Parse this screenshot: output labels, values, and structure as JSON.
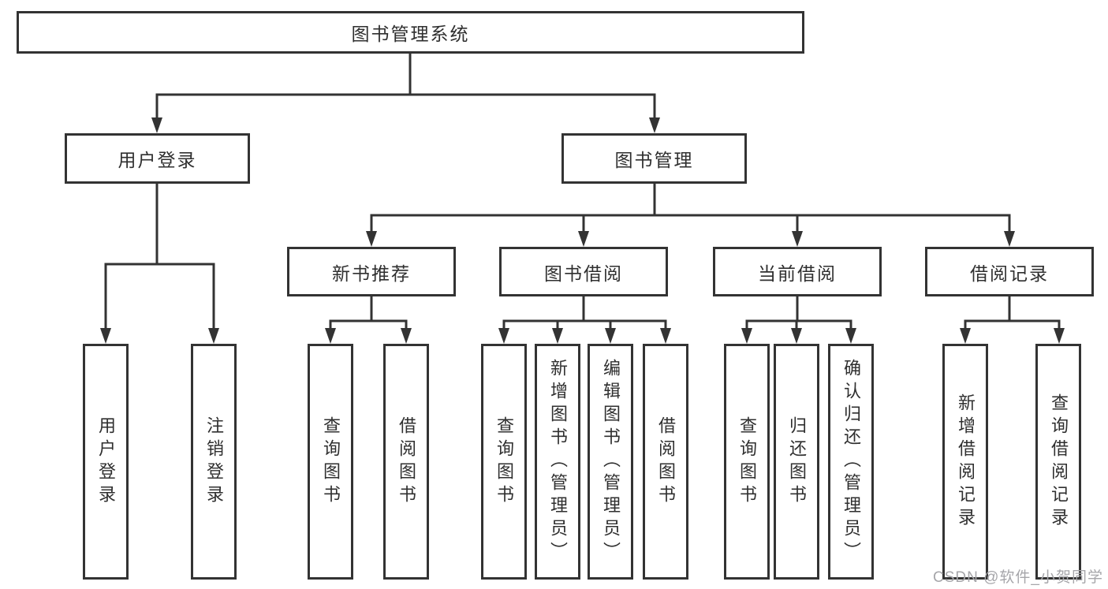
{
  "diagram_title": "图书管理系统",
  "hierarchy": {
    "root": "图书管理系统",
    "children": [
      {
        "label": "用户登录",
        "children": [
          "用户登录",
          "注销登录"
        ]
      },
      {
        "label": "图书管理",
        "children": [
          {
            "label": "新书推荐",
            "children": [
              "查询图书",
              "借阅图书"
            ]
          },
          {
            "label": "图书借阅",
            "children": [
              "查询图书",
              "新增图书（管理员）",
              "编辑图书（管理员）",
              "借阅图书"
            ]
          },
          {
            "label": "当前借阅",
            "children": [
              "查询图书",
              "归还图书",
              "确认归还（管理员）"
            ]
          },
          {
            "label": "借阅记录",
            "children": [
              "新增借阅记录",
              "查询借阅记录"
            ]
          }
        ]
      }
    ]
  },
  "watermark": {
    "text": "CSDN @软件_小贺同学"
  },
  "colors": {
    "line": "#333333",
    "box_border": "#333333",
    "text": "#2f2f2f",
    "watermark": "#a6a6aa",
    "background": "#ffffff"
  }
}
